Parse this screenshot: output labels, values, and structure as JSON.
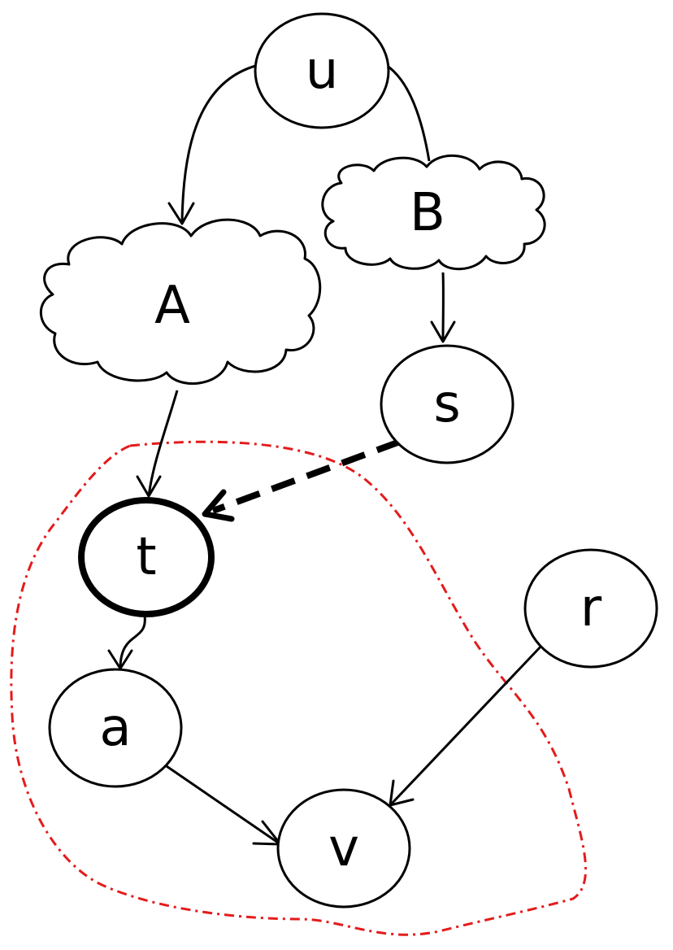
{
  "diagram": {
    "nodes": {
      "u": "u",
      "B": "B",
      "A": "A",
      "s": "s",
      "t": "t",
      "r": "r",
      "a": "a",
      "v": "v"
    },
    "edges": [
      {
        "from": "u",
        "to": "A",
        "style": "solid"
      },
      {
        "from": "u",
        "to": "B",
        "style": "solid"
      },
      {
        "from": "B",
        "to": "s",
        "style": "solid"
      },
      {
        "from": "A",
        "to": "t",
        "style": "solid"
      },
      {
        "from": "s",
        "to": "t",
        "style": "dashed-bold"
      },
      {
        "from": "t",
        "to": "a",
        "style": "solid"
      },
      {
        "from": "a",
        "to": "v",
        "style": "solid"
      },
      {
        "from": "r",
        "to": "v",
        "style": "solid"
      }
    ],
    "region": {
      "contains": [
        "t",
        "a",
        "v"
      ],
      "style": "dashed",
      "color": "#e41b1b"
    },
    "highlighted_node": "t"
  }
}
